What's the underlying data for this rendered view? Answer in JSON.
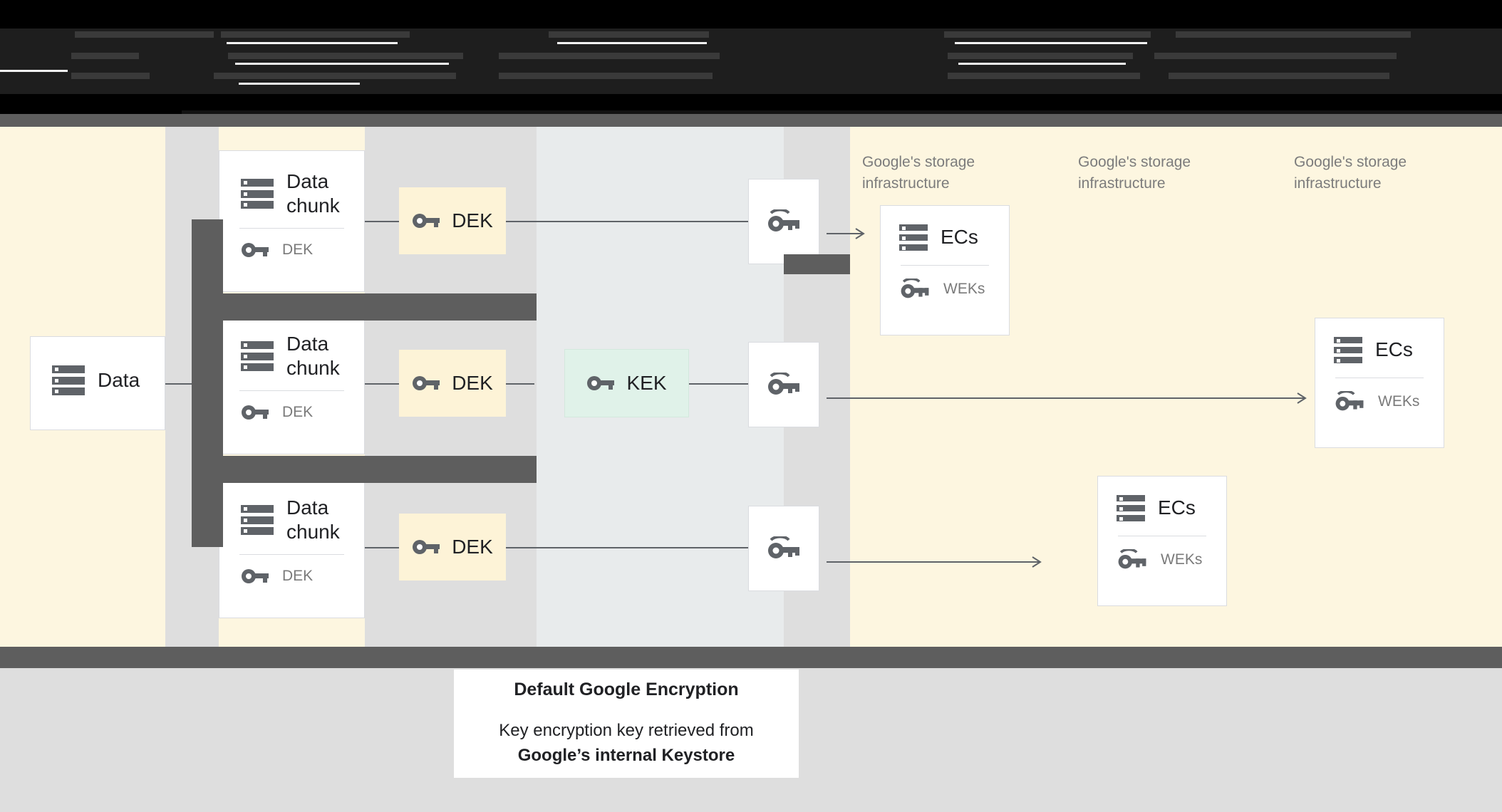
{
  "header": {
    "obscured": true,
    "note": "top browser/header strip is rendered dark and illegible"
  },
  "diagram": {
    "source": {
      "label": "Data",
      "icon": "server-stack-icon"
    },
    "chunks": [
      {
        "title": "Data chunk",
        "key_label": "DEK",
        "icon": "server-stack-icon",
        "key_icon": "key-icon"
      },
      {
        "title": "Data chunk",
        "key_label": "DEK",
        "icon": "server-stack-icon",
        "key_icon": "key-icon"
      },
      {
        "title": "Data chunk",
        "key_label": "DEK",
        "icon": "server-stack-icon",
        "key_icon": "key-icon"
      }
    ],
    "deks": [
      {
        "label": "DEK",
        "icon": "key-icon"
      },
      {
        "label": "DEK",
        "icon": "key-icon"
      },
      {
        "label": "DEK",
        "icon": "key-icon"
      }
    ],
    "kek": {
      "label": "KEK",
      "icon": "key-icon"
    },
    "wrapped_keys": [
      {
        "icon": "wrapped-key-icon"
      },
      {
        "icon": "wrapped-key-icon"
      },
      {
        "icon": "wrapped-key-icon"
      }
    ],
    "storage_labels": [
      "Google's storage\ninfrastructure",
      "Google's storage\ninfrastructure",
      "Google's storage\ninfrastructure"
    ],
    "ec_cards": [
      {
        "title": "ECs",
        "key_label": "WEKs",
        "icon": "server-stack-icon",
        "key_icon": "wrapped-key-icon"
      },
      {
        "title": "ECs",
        "key_label": "WEKs",
        "icon": "server-stack-icon",
        "key_icon": "wrapped-key-icon"
      },
      {
        "title": "ECs",
        "key_label": "WEKs",
        "icon": "server-stack-icon",
        "key_icon": "wrapped-key-icon"
      }
    ]
  },
  "caption": {
    "title": "Default Google Encryption",
    "line1": "Key encryption key retrieved from",
    "line2": "Google’s internal Keystore"
  },
  "colors": {
    "canvas_cream": "#FDF6E0",
    "band_gray": "#E8EBEC",
    "column_shade": "#DEDEDE",
    "dek_chip": "#FDF3D7",
    "kek_chip": "#E0F2E9",
    "icon_gray": "#5F6368",
    "muted_text": "#7A7A7A",
    "redaction": "#5E5E5E",
    "footer": "#DEDEDE"
  }
}
